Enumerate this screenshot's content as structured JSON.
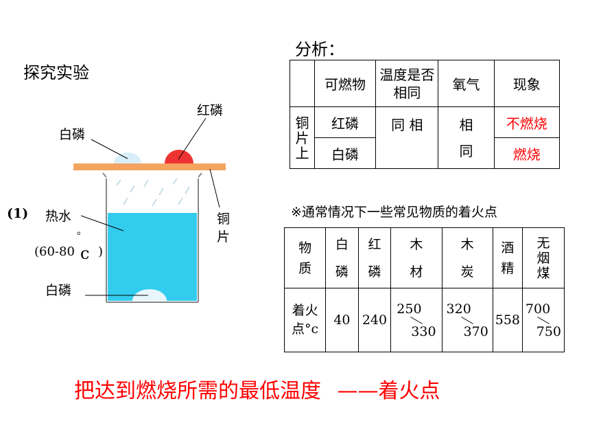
{
  "left": {
    "title": "探究实验",
    "label_red_phosphorus": "红磷",
    "label_white_phosphorus_top": "白磷",
    "label_copper_sheet": "铜片",
    "label_index": "(1)",
    "label_hot_water": "热水",
    "label_temp_range": "(60-80",
    "label_degree_symbol": "。",
    "label_c": "c",
    "label_paren_close": ")",
    "label_white_phosphorus_bottom": "白磷"
  },
  "analysis": {
    "heading": "分析：",
    "headers": [
      "可燃物",
      "温度是否相同",
      "氧气",
      "现象"
    ],
    "row_label": "铜片上",
    "rows": [
      {
        "substance": "红磷",
        "phenomenon": "不燃烧"
      },
      {
        "substance": "白磷",
        "phenomenon": "燃烧"
      }
    ],
    "temperature": "同 相",
    "oxygen_top": "相",
    "oxygen_bottom": "同"
  },
  "ignition": {
    "note": "※通常情况下一些常见物质的着火点",
    "row_label_1": "物质",
    "row_label_2": "着火点°c",
    "substances": [
      "白磷",
      "红磷",
      "木材",
      "木炭",
      "酒精",
      "无烟煤"
    ],
    "values": [
      "40",
      "240",
      "250~330",
      "320~370",
      "558",
      "700~750"
    ],
    "wood_low": "250",
    "wood_high": "330",
    "charcoal_low": "320",
    "charcoal_high": "370",
    "coal_low": "700",
    "coal_high": "750"
  },
  "conclusion": {
    "text": "把达到燃烧所需的最低温度",
    "dash": "——",
    "term": "着火点"
  },
  "colors": {
    "water": "#33ccee",
    "copper": "#f4a460",
    "red_phosphorus": "#ee3333",
    "red_text": "#ff0000"
  }
}
